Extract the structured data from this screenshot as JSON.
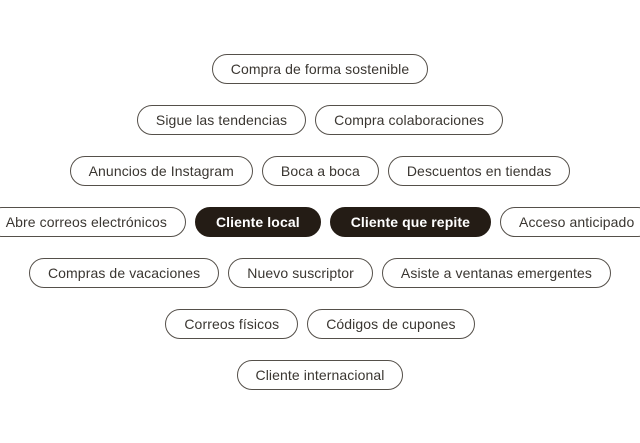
{
  "page": {
    "background_color": "#ffffff"
  },
  "tag_cloud": {
    "selected_bg_color": "#241c15",
    "selected_text_color": "#ffffff",
    "unselected_border_color": "#55504a",
    "unselected_text_color": "#3a3631",
    "rows": [
      {
        "items": [
          {
            "label": "Compra de forma sostenible",
            "selected": false
          }
        ]
      },
      {
        "items": [
          {
            "label": "Sigue las tendencias",
            "selected": false
          },
          {
            "label": "Compra colaboraciones",
            "selected": false
          }
        ]
      },
      {
        "items": [
          {
            "label": "Anuncios de Instagram",
            "selected": false
          },
          {
            "label": "Boca a boca",
            "selected": false
          },
          {
            "label": "Descuentos en tiendas",
            "selected": false
          }
        ]
      },
      {
        "items": [
          {
            "label": "Abre correos electrónicos",
            "selected": false
          },
          {
            "label": "Cliente local",
            "selected": true
          },
          {
            "label": "Cliente que repite",
            "selected": true
          },
          {
            "label": "Acceso anticipado",
            "selected": false
          }
        ]
      },
      {
        "items": [
          {
            "label": "Compras de vacaciones",
            "selected": false
          },
          {
            "label": "Nuevo suscriptor",
            "selected": false
          },
          {
            "label": "Asiste a ventanas emergentes",
            "selected": false
          }
        ]
      },
      {
        "items": [
          {
            "label": "Correos físicos",
            "selected": false
          },
          {
            "label": "Códigos de cupones",
            "selected": false
          }
        ]
      },
      {
        "items": [
          {
            "label": "Cliente internacional",
            "selected": false
          }
        ]
      }
    ]
  }
}
